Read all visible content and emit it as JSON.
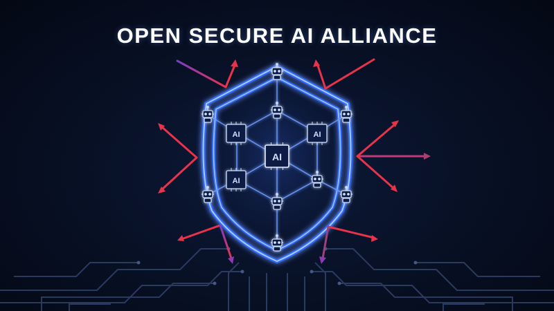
{
  "title": "OPEN SECURE AI ALLIANCE",
  "chips": [
    {
      "label": "AI"
    },
    {
      "label": "AI"
    },
    {
      "label": "AI"
    },
    {
      "label": "AI"
    }
  ],
  "colors": {
    "background": "#060c1e",
    "shield_glow": "#2f6bff",
    "shield_core": "#7fb2ff",
    "arrow_red": "#e8334a",
    "arrow_purple": "#7a3cc8",
    "circuit": "#3a4d78",
    "title": "#ffffff"
  },
  "icons": [
    "robot-icon",
    "ai-chip-icon",
    "shield-icon",
    "threat-arrow-icon"
  ]
}
